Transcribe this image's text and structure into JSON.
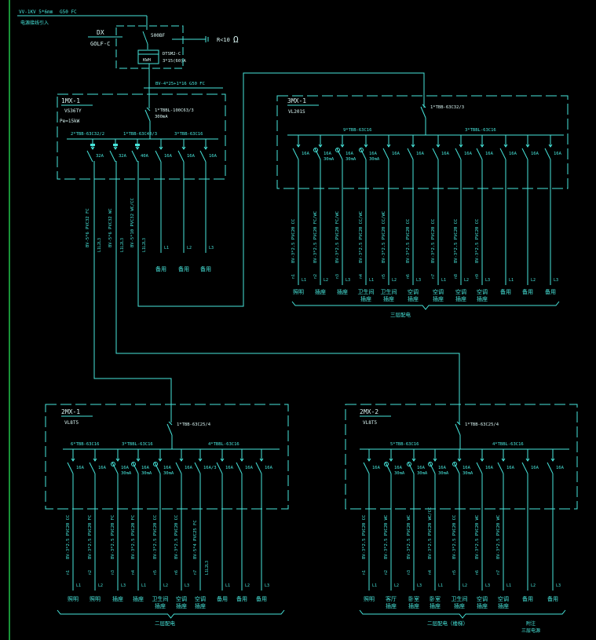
{
  "incoming": {
    "cable": "VV-1KV 5*6mm",
    "conduit": "G50 FC",
    "note": "电源接线引入",
    "meter_box": {
      "name": "DX",
      "model": "GOLF-C",
      "switch": "500BF",
      "meter_label": "KWH",
      "meter_model": "DTSM2-C",
      "meter_rating": "3*15(60)A"
    },
    "earth": "R<10",
    "ohm": "Ω",
    "feeder_cable": "BV-4*25+1*16 G50 FC"
  },
  "panels": {
    "mx1": {
      "title": "1MX-1",
      "model": "VS36TY",
      "power": "Pe=15kW",
      "main_breaker": "1*TBBL-100C63/3",
      "main_rcd": "300mA",
      "bus_labels": [
        "2*TBB-63C32/2",
        "1*TBB-63C40/3",
        "3*TBB-63C16"
      ],
      "circuits": [
        {
          "rating": "32A",
          "rcd": "",
          "cable": "BV-5*6 PVC32 FC",
          "phase": "L1L2L3",
          "id": "",
          "load": []
        },
        {
          "rating": "32A",
          "rcd": "",
          "cable": "BV-5*6 PVC32 WC",
          "phase": "L1L2L3",
          "id": "",
          "load": []
        },
        {
          "rating": "40A",
          "rcd": "",
          "cable": "BV-5*10 PVC32 WC/CC",
          "phase": "L1L2L3",
          "id": "",
          "load": []
        },
        {
          "rating": "16A",
          "rcd": "",
          "cable": "",
          "phase": "L1",
          "id": "",
          "load": [
            "备用"
          ]
        },
        {
          "rating": "16A",
          "rcd": "",
          "cable": "",
          "phase": "L2",
          "id": "",
          "load": [
            "备用"
          ]
        },
        {
          "rating": "16A",
          "rcd": "",
          "cable": "",
          "phase": "L3",
          "id": "",
          "load": [
            "备用"
          ]
        }
      ]
    },
    "mx3": {
      "title": "3MX-1",
      "model": "VL201S",
      "main_breaker": "1*TBB-63C32/3",
      "bus_labels": [
        "9*TBB-63C16",
        "3*TBBL-63C16"
      ],
      "floor_label": "三层配电",
      "circuits": [
        {
          "rating": "16A",
          "rcd": "",
          "cable": "BV-3*2.5 PVC20 CC",
          "phase": "L1",
          "id": "n1",
          "load": [
            "照明"
          ]
        },
        {
          "rating": "16A",
          "rcd": "30mA",
          "cable": "BV-3*2.5 PVC20 FC/WC",
          "phase": "L2",
          "id": "n2",
          "load": [
            "插座"
          ]
        },
        {
          "rating": "16A",
          "rcd": "30mA",
          "cable": "BV-3*2.5 PVC20 FC/WC",
          "phase": "L3",
          "id": "n3",
          "load": [
            "插座"
          ]
        },
        {
          "rating": "16A",
          "rcd": "30mA",
          "cable": "BV-3*2.5 PVC20 CC/WC",
          "phase": "L1",
          "id": "n4",
          "load": [
            "卫生间",
            "插座"
          ]
        },
        {
          "rating": "16A",
          "rcd": "",
          "cable": "BV-3*2.5 PVC20 CC/WC",
          "phase": "L2",
          "id": "n5",
          "load": [
            "卫生间",
            "插座"
          ]
        },
        {
          "rating": "16A",
          "rcd": "",
          "cable": "BV-3*2.5 PVC20 CC",
          "phase": "L3",
          "id": "n6",
          "load": [
            "空调",
            "插座"
          ]
        },
        {
          "rating": "16A",
          "rcd": "",
          "cable": "BV-3*2.5 PVC20 CC",
          "phase": "L1",
          "id": "n7",
          "load": [
            "空调",
            "插座"
          ]
        },
        {
          "rating": "16A",
          "rcd": "",
          "cable": "BV-3*2.5 PVC20 CC",
          "phase": "L2",
          "id": "n8",
          "load": [
            "空调",
            "插座"
          ]
        },
        {
          "rating": "16A",
          "rcd": "",
          "cable": "BV-3*2.5 PVC20 CC",
          "phase": "L3",
          "id": "n9",
          "load": [
            "空调",
            "插座"
          ]
        },
        {
          "rating": "16A",
          "rcd": "",
          "cable": "",
          "phase": "L1",
          "id": "",
          "load": [
            "备用"
          ]
        },
        {
          "rating": "16A",
          "rcd": "",
          "cable": "",
          "phase": "L2",
          "id": "",
          "load": [
            "备用"
          ]
        },
        {
          "rating": "16A",
          "rcd": "",
          "cable": "",
          "phase": "L3",
          "id": "",
          "load": [
            "备用"
          ]
        }
      ]
    },
    "mx21": {
      "title": "2MX-1",
      "model": "VL8T5",
      "main_breaker": "1*TBB-63C25/4",
      "bus_labels": [
        "6*TBB-63C16",
        "3*TBBL-63C16",
        "4*TBBL-63C16"
      ],
      "floor_label": "二层配电",
      "circuits": [
        {
          "rating": "16A",
          "rcd": "",
          "cable": "BV-3*2.5 PVC20 CC",
          "phase": "L1",
          "id": "n1",
          "load": [
            "照明"
          ]
        },
        {
          "rating": "16A",
          "rcd": "",
          "cable": "BV-3*2.5 PVC20 FC",
          "phase": "L2",
          "id": "n2",
          "load": [
            "照明"
          ]
        },
        {
          "rating": "16A",
          "rcd": "30mA",
          "cable": "BV-3*2.5 PVC20 FC",
          "phase": "L3",
          "id": "n3",
          "load": [
            "插座"
          ]
        },
        {
          "rating": "16A",
          "rcd": "30mA",
          "cable": "BV-3*2.5 PVC20 FC",
          "phase": "L1",
          "id": "n4",
          "load": [
            "插座"
          ]
        },
        {
          "rating": "16A",
          "rcd": "30mA",
          "cable": "BV-3*2.5 PVC20 CC",
          "phase": "L2",
          "id": "n5",
          "load": [
            "卫生间",
            "插座"
          ]
        },
        {
          "rating": "16A",
          "rcd": "",
          "cable": "BV-3*2.5 PVC20 CC",
          "phase": "L3",
          "id": "n6",
          "load": [
            "空调",
            "插座"
          ]
        },
        {
          "rating": "16A/3",
          "rcd": "",
          "cable": "BV-5*4 PVC25 FC",
          "phase": "L1L2L3",
          "id": "n7",
          "load": [
            "空调",
            "插座"
          ]
        },
        {
          "rating": "16A",
          "rcd": "",
          "cable": "",
          "phase": "L1",
          "id": "",
          "load": [
            "备用"
          ]
        },
        {
          "rating": "16A",
          "rcd": "",
          "cable": "",
          "phase": "L2",
          "id": "",
          "load": [
            "备用"
          ]
        },
        {
          "rating": "16A",
          "rcd": "",
          "cable": "",
          "phase": "L3",
          "id": "",
          "load": [
            "备用"
          ]
        }
      ]
    },
    "mx22": {
      "title": "2MX-2",
      "model": "VL8T5",
      "main_breaker": "1*TBB-63C25/4",
      "bus_labels": [
        "5*TBB-63C16",
        "4*TBBL-63C16"
      ],
      "floor_label": "二层配电（楼梯）",
      "note": [
        "附注",
        "三层电源"
      ],
      "circuits": [
        {
          "rating": "16A",
          "rcd": "",
          "cable": "BV-3*2.5 PVC20 CC",
          "phase": "L1",
          "id": "n1",
          "load": [
            "照明"
          ]
        },
        {
          "rating": "16A",
          "rcd": "30mA",
          "cable": "BV-3*2.5 PVC20 WC",
          "phase": "L2",
          "id": "n2",
          "load": [
            "客厅",
            "插座"
          ]
        },
        {
          "rating": "16A",
          "rcd": "30mA",
          "cable": "BV-3*2.5 PVC20 WC",
          "phase": "L3",
          "id": "n3",
          "load": [
            "卧室",
            "插座"
          ]
        },
        {
          "rating": "16A",
          "rcd": "30mA",
          "cable": "BV-3*2.5 PVC20 WC/CC",
          "phase": "L1",
          "id": "n4",
          "load": [
            "卧室",
            "插座"
          ]
        },
        {
          "rating": "16A",
          "rcd": "30mA",
          "cable": "BV-3*2.5 PVC20 CC",
          "phase": "L2",
          "id": "n5",
          "load": [
            "卫生间",
            "插座"
          ]
        },
        {
          "rating": "16A",
          "rcd": "",
          "cable": "BV-3*2.5 PVC20 WC",
          "phase": "L3",
          "id": "n6",
          "load": [
            "空调",
            "插座"
          ]
        },
        {
          "rating": "16A",
          "rcd": "",
          "cable": "BV-3*2.5 PVC20 WC",
          "phase": "L1",
          "id": "n7",
          "load": [
            "空调",
            "插座"
          ]
        },
        {
          "rating": "16A",
          "rcd": "",
          "cable": "",
          "phase": "L2",
          "id": "",
          "load": [
            "备用"
          ]
        },
        {
          "rating": "16A",
          "rcd": "",
          "cable": "",
          "phase": "L3",
          "id": "",
          "load": [
            "备用"
          ]
        }
      ]
    }
  },
  "colors": {
    "line": "#47e6dc",
    "border": "#22c44a",
    "background": "#000000"
  }
}
